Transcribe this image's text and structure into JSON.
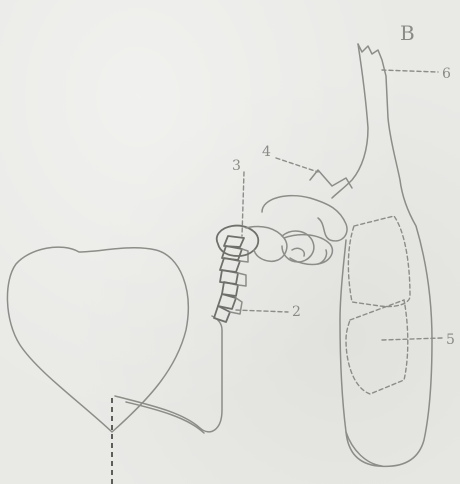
{
  "figure": {
    "panel_letter": "B",
    "labels": {
      "l2": "2",
      "l3": "3",
      "l4": "4",
      "l5": "5",
      "l6": "6"
    }
  },
  "colors": {
    "paper": "#e9e9e6",
    "ink": "#8c8c88",
    "ink_dark": "#5d5d59"
  }
}
